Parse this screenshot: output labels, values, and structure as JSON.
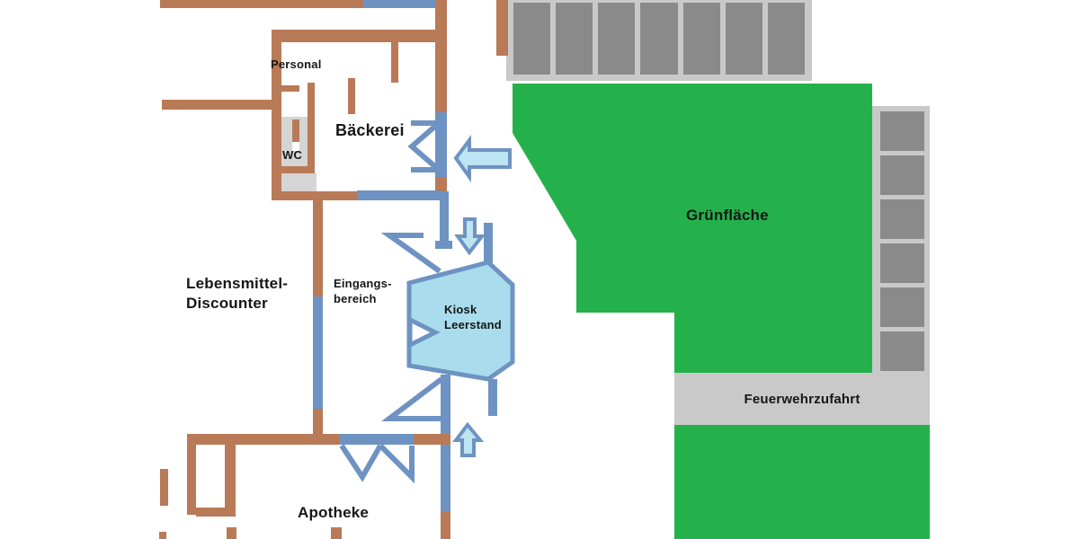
{
  "floorplan": {
    "labels": {
      "personal": "Personal",
      "wc": "WC",
      "baeckerei": "Bäckerei",
      "discounter_line1": "Lebensmittel-",
      "discounter_line2": "Discounter",
      "eingang_line1": "Eingangs-",
      "eingang_line2": "bereich",
      "kiosk_line1": "Kiosk",
      "kiosk_line2": "Leerstand",
      "apotheke": "Apotheke",
      "gruenflaeche": "Grünfläche",
      "feuerwehrzufahrt": "Feuerwehrzufahrt"
    },
    "parking": {
      "top_stall_count": 7,
      "right_stall_count": 6
    },
    "icons": {
      "entrance_west": "arrow-left-icon",
      "entrance_north": "arrow-down-icon",
      "entrance_south": "arrow-up-icon"
    },
    "colors": {
      "wall_brown": "#b97a57",
      "wall_blue": "#6e93c2",
      "kiosk_fill": "#a9dcec",
      "arrow_fill": "#bce4f2",
      "green": "#24b14c",
      "stall_gray": "#8a8a8a",
      "paving_gray": "#c9c9c9",
      "floor_gray": "#d5d5d5",
      "text": "#161616"
    }
  }
}
